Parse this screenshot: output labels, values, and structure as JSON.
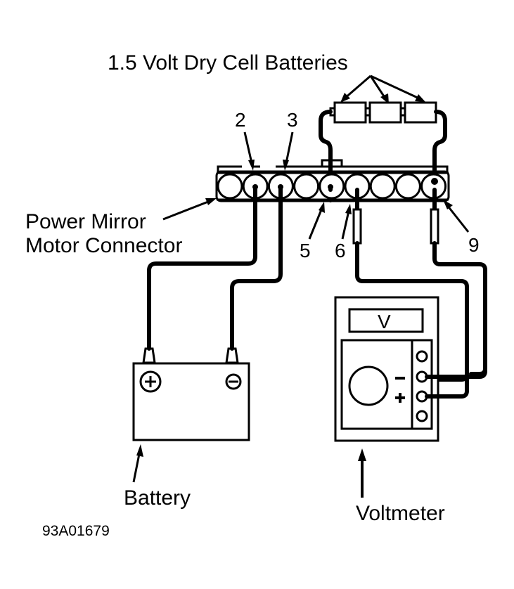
{
  "title": "1.5 Volt Dry Cell Batteries",
  "labels": {
    "connector_line1": "Power Mirror",
    "connector_line2": "Motor Connector",
    "battery": "Battery",
    "voltmeter": "Voltmeter",
    "figure_code": "93A01679"
  },
  "pins": {
    "pin2": "2",
    "pin3": "3",
    "pin5": "5",
    "pin6": "6",
    "pin9": "9"
  },
  "voltmeter": {
    "display": "V",
    "minus": "−",
    "plus": "+"
  },
  "battery_terminals": {
    "positive": "+",
    "negative": "−"
  },
  "colors": {
    "ink": "#000000",
    "paper": "#ffffff"
  }
}
